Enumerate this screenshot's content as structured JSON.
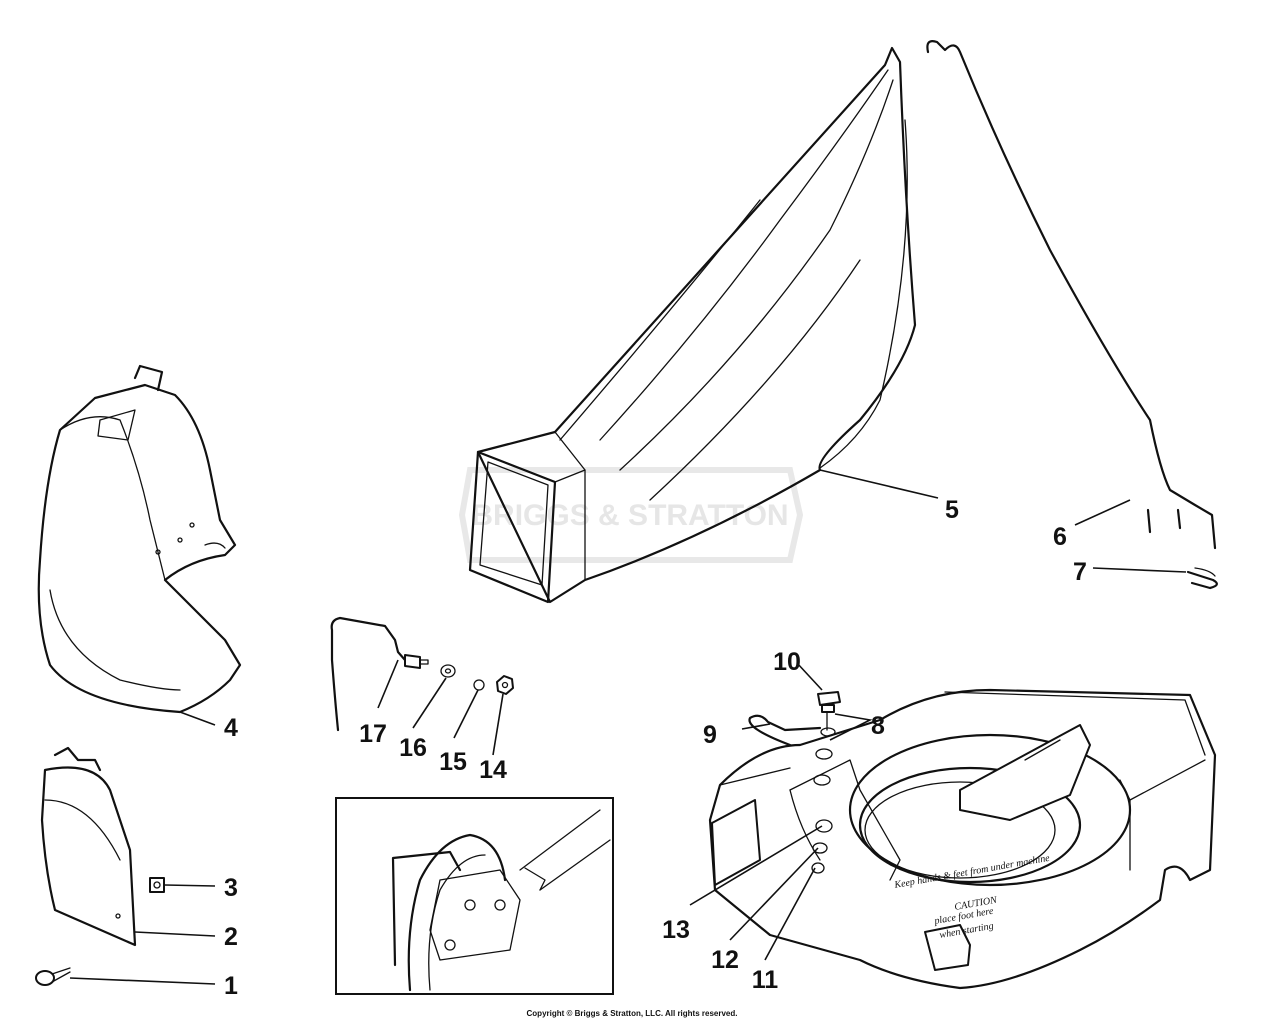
{
  "watermark": {
    "text": "BRIGGS & STRATTON"
  },
  "callouts": [
    {
      "number": "1"
    },
    {
      "number": "2"
    },
    {
      "number": "3"
    },
    {
      "number": "4"
    },
    {
      "number": "5"
    },
    {
      "number": "6"
    },
    {
      "number": "7"
    },
    {
      "number": "8"
    },
    {
      "number": "9"
    },
    {
      "number": "10"
    },
    {
      "number": "11"
    },
    {
      "number": "12"
    },
    {
      "number": "13"
    },
    {
      "number": "14"
    },
    {
      "number": "15"
    },
    {
      "number": "16"
    },
    {
      "number": "17"
    }
  ],
  "decal": {
    "line1": "Keep hands & feet from under machine",
    "line2": "CAUTION",
    "line3": "place foot here",
    "line4": "when starting"
  },
  "copyright": "Copyright © Briggs & Stratton, LLC. All rights reserved."
}
